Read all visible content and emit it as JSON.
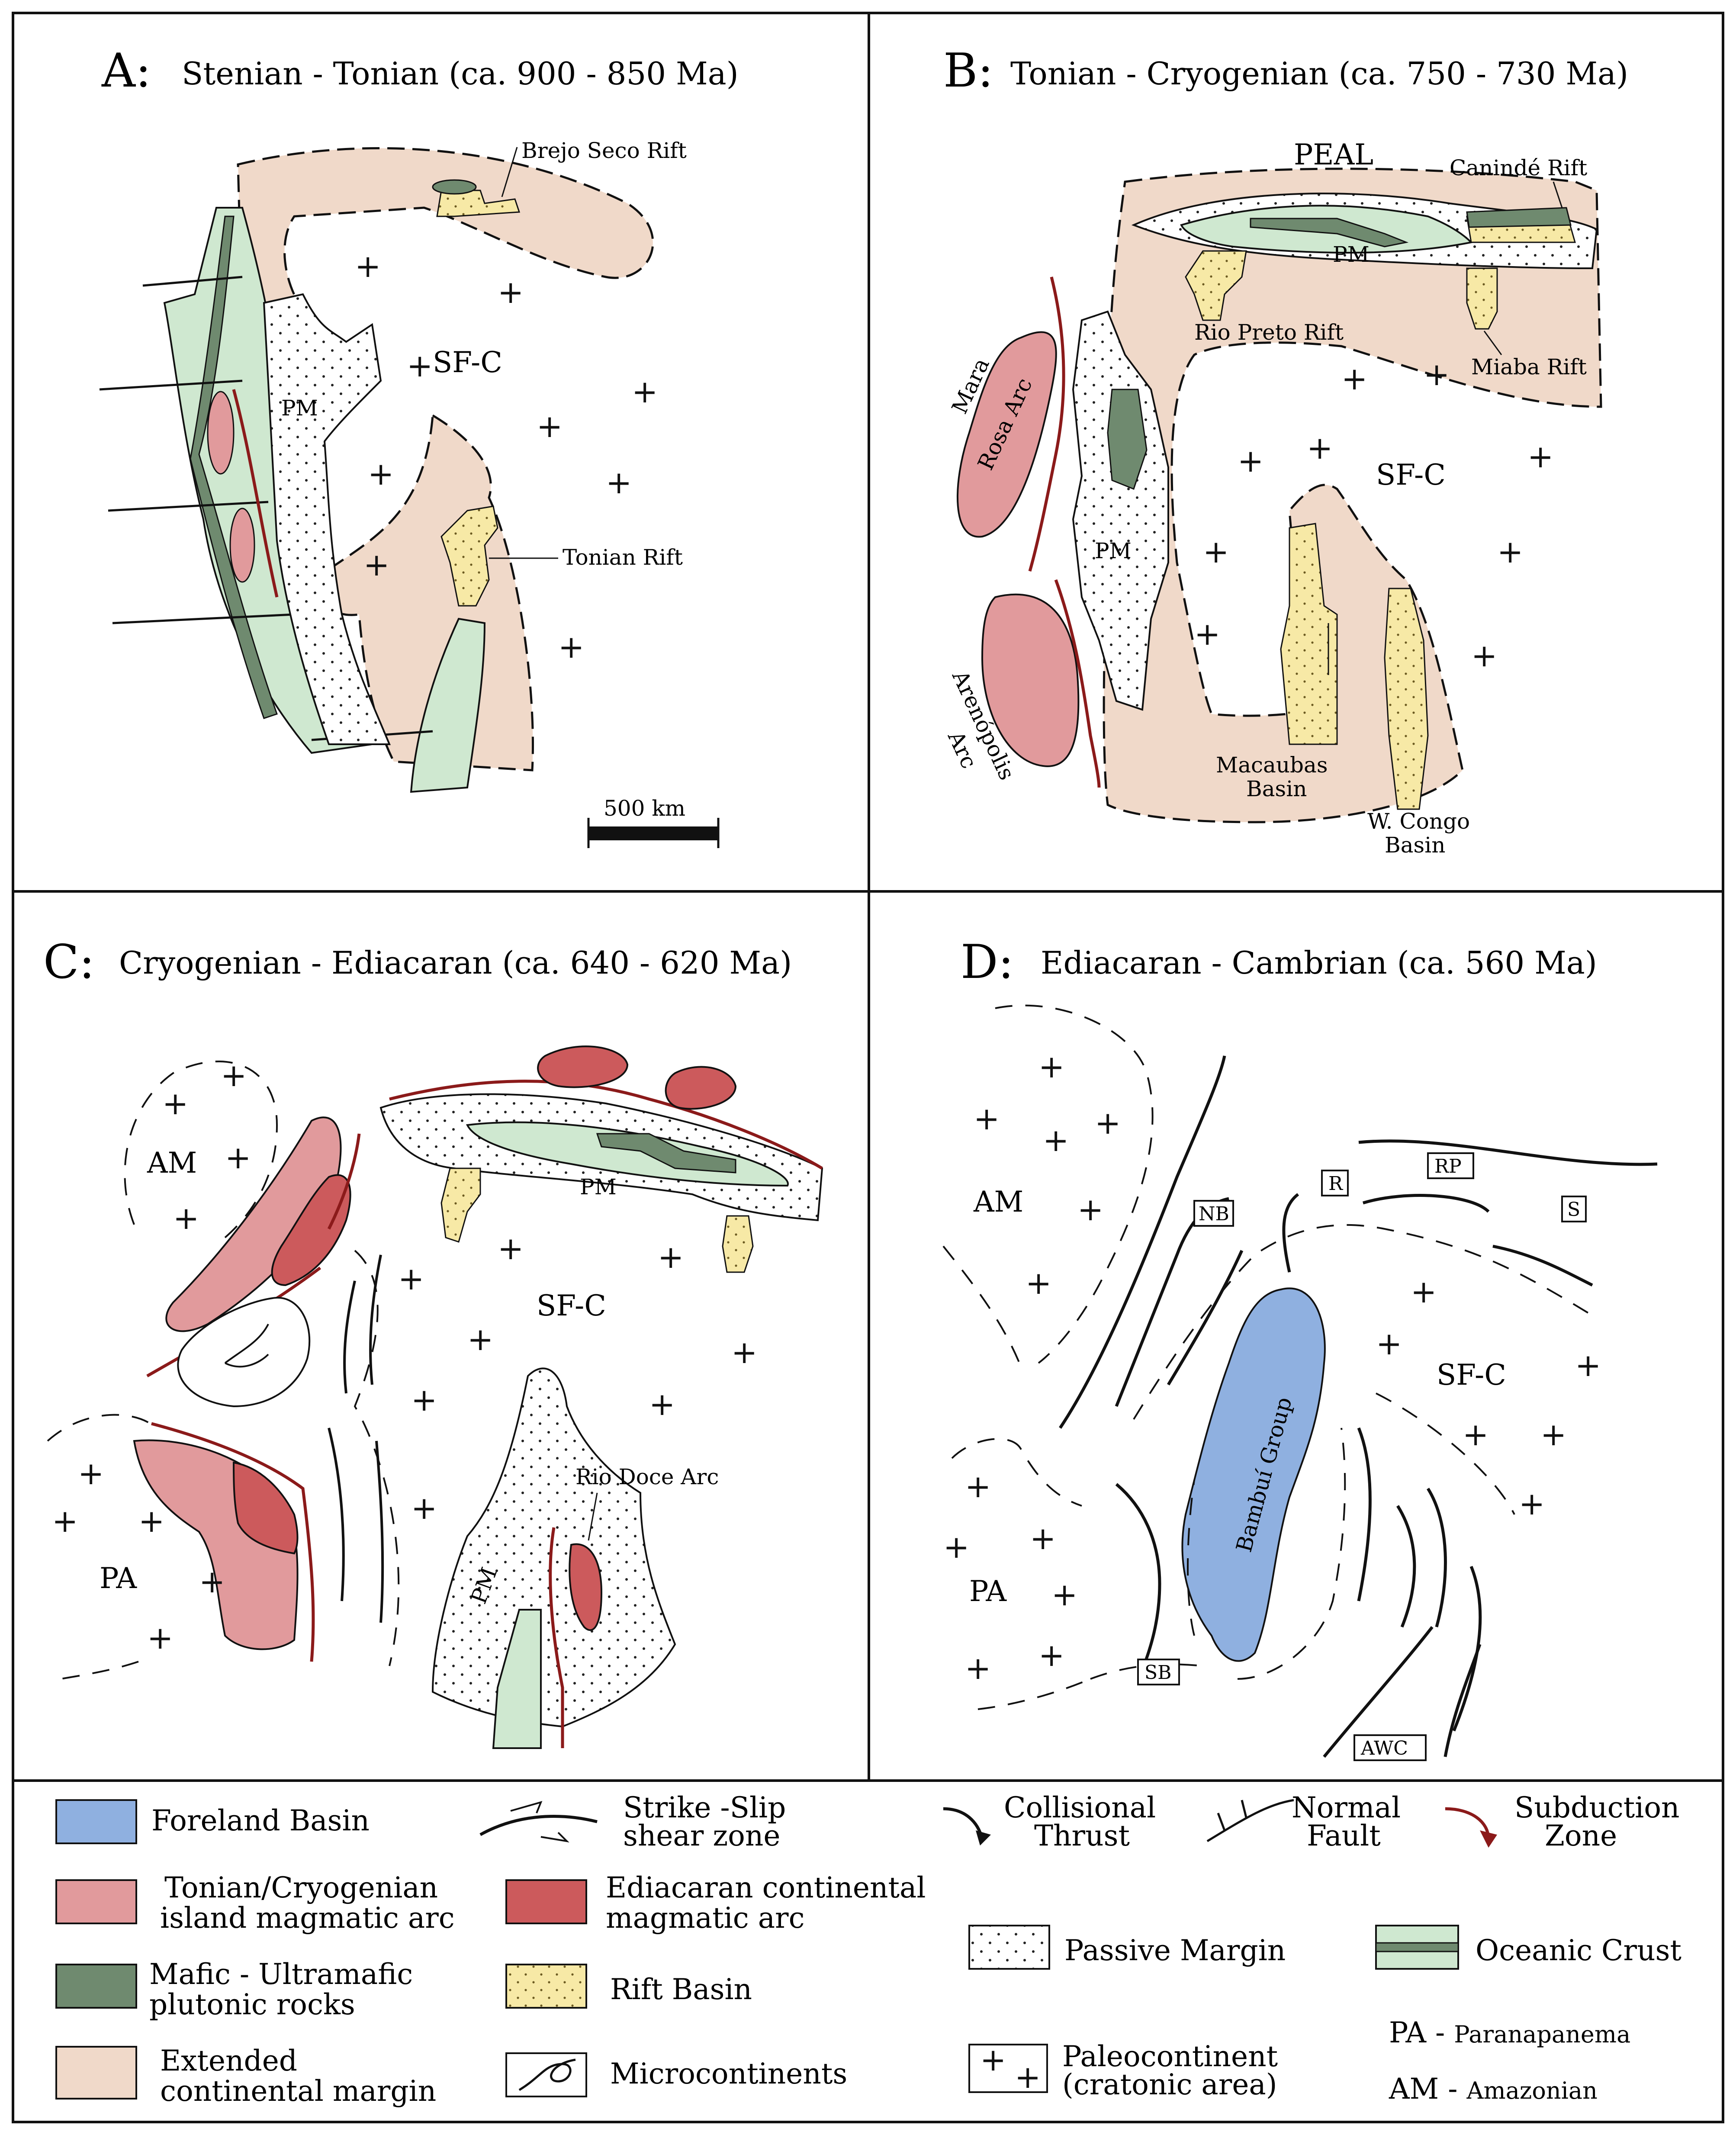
{
  "colors": {
    "extended_margin": "#f0d9c9",
    "oceanic_crust": "#cfe8d0",
    "mafic_plutonic": "#6f8a6f",
    "tonian_arc": "#e19a9c",
    "ediacaran_arc": "#cc5a5c",
    "foreland_basin": "#8fb0e0",
    "rift_basin": "#f7e9a6",
    "subduction": "#8b1a1a",
    "line": "#111111"
  },
  "panels": {
    "A": {
      "letter": "A:",
      "title": "Stenian - Tonian (ca. 900 - 850 Ma)",
      "labels": {
        "craton": "SF-C",
        "passive_margin": "PM",
        "brejo": "Brejo Seco Rift",
        "tonian_rift": "Tonian  Rift",
        "scale": "500 km"
      }
    },
    "B": {
      "letter": "B:",
      "title": "Tonian - Cryogenian (ca. 750 - 730 Ma)",
      "labels": {
        "peal": "PEAL",
        "caninde": "Canindé Rift",
        "pm_top": "PM",
        "pm_left": "PM",
        "rio_preto": "Rio Preto Rift",
        "miaba": "Miaba Rift",
        "craton": "SF-C",
        "mara_rosa_1": "Mara",
        "mara_rosa_2": "Rosa Arc",
        "arenopolis_1": "Arenópolis",
        "arenopolis_2": "Arc",
        "macaubas_1": "Macaubas",
        "macaubas_2": "Basin",
        "wcongo_1": "W. Congo",
        "wcongo_2": "Basin"
      }
    },
    "C": {
      "letter": "C:",
      "title": "Cryogenian - Ediacaran (ca. 640 - 620 Ma)",
      "labels": {
        "am": "AM",
        "pa": "PA",
        "craton": "SF-C",
        "pm_top": "PM",
        "pm_bottom": "PM",
        "rio_doce": "Rio Doce Arc"
      }
    },
    "D": {
      "letter": "D:",
      "title": "Ediacaran - Cambrian (ca. 560 Ma)",
      "labels": {
        "am": "AM",
        "pa": "PA",
        "craton": "SF-C",
        "bambui": "Bambuí Group",
        "nb": "NB",
        "r": "R",
        "rp": "RP",
        "s": "S",
        "sb": "SB",
        "awc": "AWC"
      }
    }
  },
  "legend": {
    "foreland": "Foreland Basin",
    "strike_slip_1": "Strike -Slip",
    "strike_slip_2": "shear zone",
    "thrust_1": "Collisional",
    "thrust_2": "Thrust",
    "normal_1": "Normal",
    "normal_2": "Fault",
    "subduction_1": "Subduction",
    "subduction_2": "Zone",
    "tonian_arc_1": "Tonian/Cryogenian",
    "tonian_arc_2": "island magmatic arc",
    "ediacaran_arc_1": "Ediacaran continental",
    "ediacaran_arc_2": "magmatic arc",
    "passive_margin": "Passive Margin",
    "oceanic_crust": "Oceanic  Crust",
    "mafic_1": "Mafic - Ultramafic",
    "mafic_2": "plutonic rocks",
    "rift_basin": "Rift Basin",
    "extended_1": "Extended",
    "extended_2": "continental margin",
    "microcontinents": "Microcontinents",
    "paleocontinent_1": "Paleocontinent",
    "paleocontinent_2": "(cratonic area)",
    "pa_abbr": "PA - ",
    "pa_name": "Paranapanema",
    "am_abbr": "AM - ",
    "am_name": "Amazonian"
  }
}
